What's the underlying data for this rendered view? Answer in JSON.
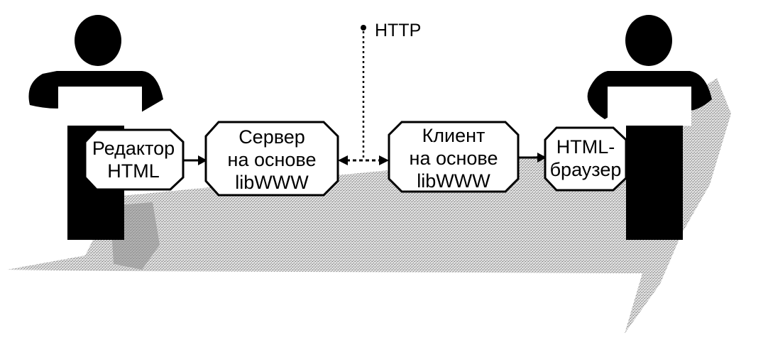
{
  "protocol_label": "HTTP",
  "nodes": {
    "editor": {
      "line1": "Редактор",
      "line2": "HTML"
    },
    "server": {
      "line1": "Сервер",
      "line2": "на основе",
      "line3": "libWWW"
    },
    "client": {
      "line1": "Клиент",
      "line2": "на основе",
      "line3": "libWWW"
    },
    "browser": {
      "line1": "HTML-",
      "line2": "браузер"
    }
  },
  "colors": {
    "ink": "#000000",
    "box_fill": "#ffffff",
    "floor": "#bdbdbd"
  }
}
